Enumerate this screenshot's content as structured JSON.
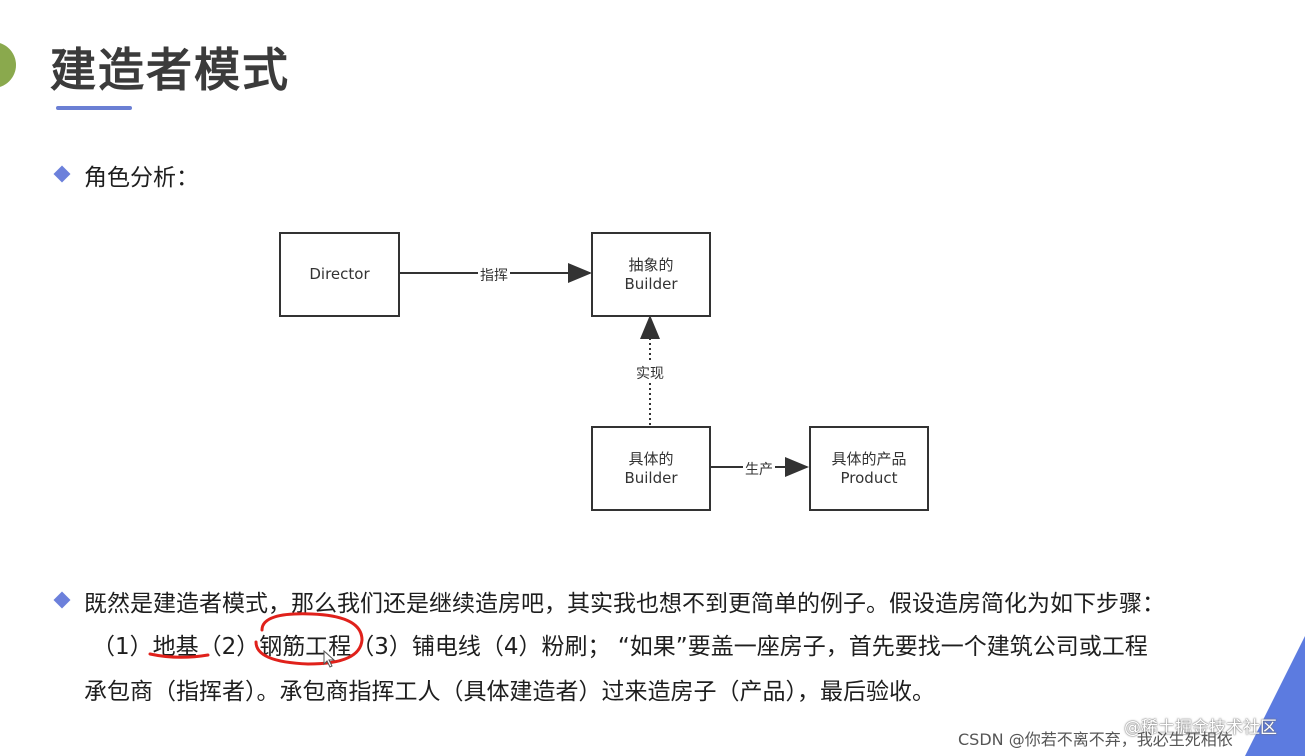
{
  "slide": {
    "title": "建造者模式",
    "section_label": "角色分析：",
    "diagram": {
      "director": "Director",
      "abstract_builder_line1": "抽象的",
      "abstract_builder_line2": "Builder",
      "concrete_builder_line1": "具体的",
      "concrete_builder_line2": "Builder",
      "product_line1": "具体的产品",
      "product_line2": "Product",
      "edge_command": "指挥",
      "edge_implement": "实现",
      "edge_produce": "生产"
    },
    "paragraph": {
      "line1": "既然是建造者模式，那么我们还是继续造房吧，其实我也想不到更简单的例子。假设造房简化为如下步骤：",
      "line2_a": "（1）",
      "line2_foundation": "地基",
      "line2_b": "（2）",
      "line2_rebar": "钢筋工程",
      "line2_c": "（3）铺电线（4）粉刷；   “如果”要盖一座房子，首先要找一个建筑公司或工程",
      "line3": "承包商（指挥者）。承包商指挥工人（具体建造者）过来造房子（产品），最后验收。"
    }
  },
  "watermarks": {
    "juejin": "@稀土掘金技术社区",
    "csdn": "CSDN @你若不离不弃，我必生死相依"
  },
  "colors": {
    "accent_blue": "#6c80db",
    "annotation_red": "#e0211b",
    "left_dot_green": "#8aa94d"
  }
}
